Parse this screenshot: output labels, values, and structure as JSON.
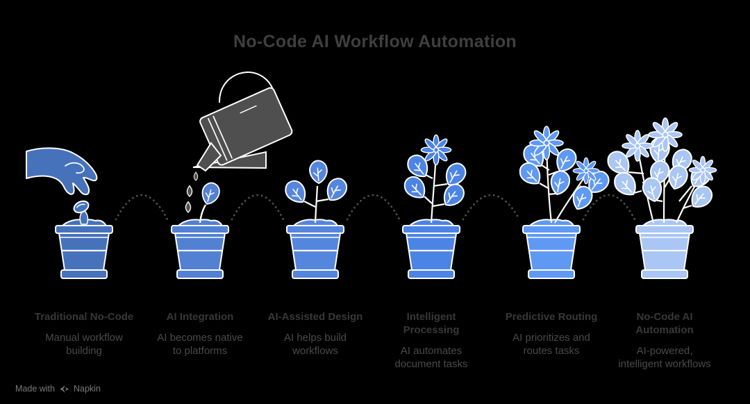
{
  "title": "No-Code AI Workflow Automation",
  "stages": [
    {
      "label": "Traditional No-Code",
      "description": "Manual workflow\nbuilding",
      "color": "#4672BC",
      "icon": "hand-planting-seed-pot-icon"
    },
    {
      "label": "AI Integration",
      "description": "AI becomes native\nto platforms",
      "color": "#5280D2",
      "icon": "watering-can-sprout-pot-icon"
    },
    {
      "label": "AI-Assisted Design",
      "description": "AI helps build\nworkflows",
      "color": "#5586DE",
      "icon": "seedling-pot-icon"
    },
    {
      "label": "Intelligent\nProcessing",
      "description": "AI automates\ndocument tasks",
      "color": "#4C84E6",
      "icon": "budding-flower-pot-icon"
    },
    {
      "label": "Predictive Routing",
      "description": "AI prioritizes and\nroutes tasks",
      "color": "#5F99F4",
      "icon": "flowering-plant-pot-icon"
    },
    {
      "label": "No-Code AI\nAutomation",
      "description": "AI-powered,\nintelligent workflows",
      "color": "#A9C6F4",
      "icon": "full-bloom-plant-pot-icon"
    }
  ],
  "watermark": {
    "prefix": "Made with",
    "brand": "Napkin"
  },
  "colors": {
    "background": "#000000",
    "title_text": "#3F3F3F",
    "label_text": "#383838",
    "body_text": "#4A4A4A",
    "watermark_text": "#7A7A7A",
    "outline": "#FFFFFF",
    "arc_dots": "#4F4F4F",
    "watering_can": "#4F4F4F"
  }
}
